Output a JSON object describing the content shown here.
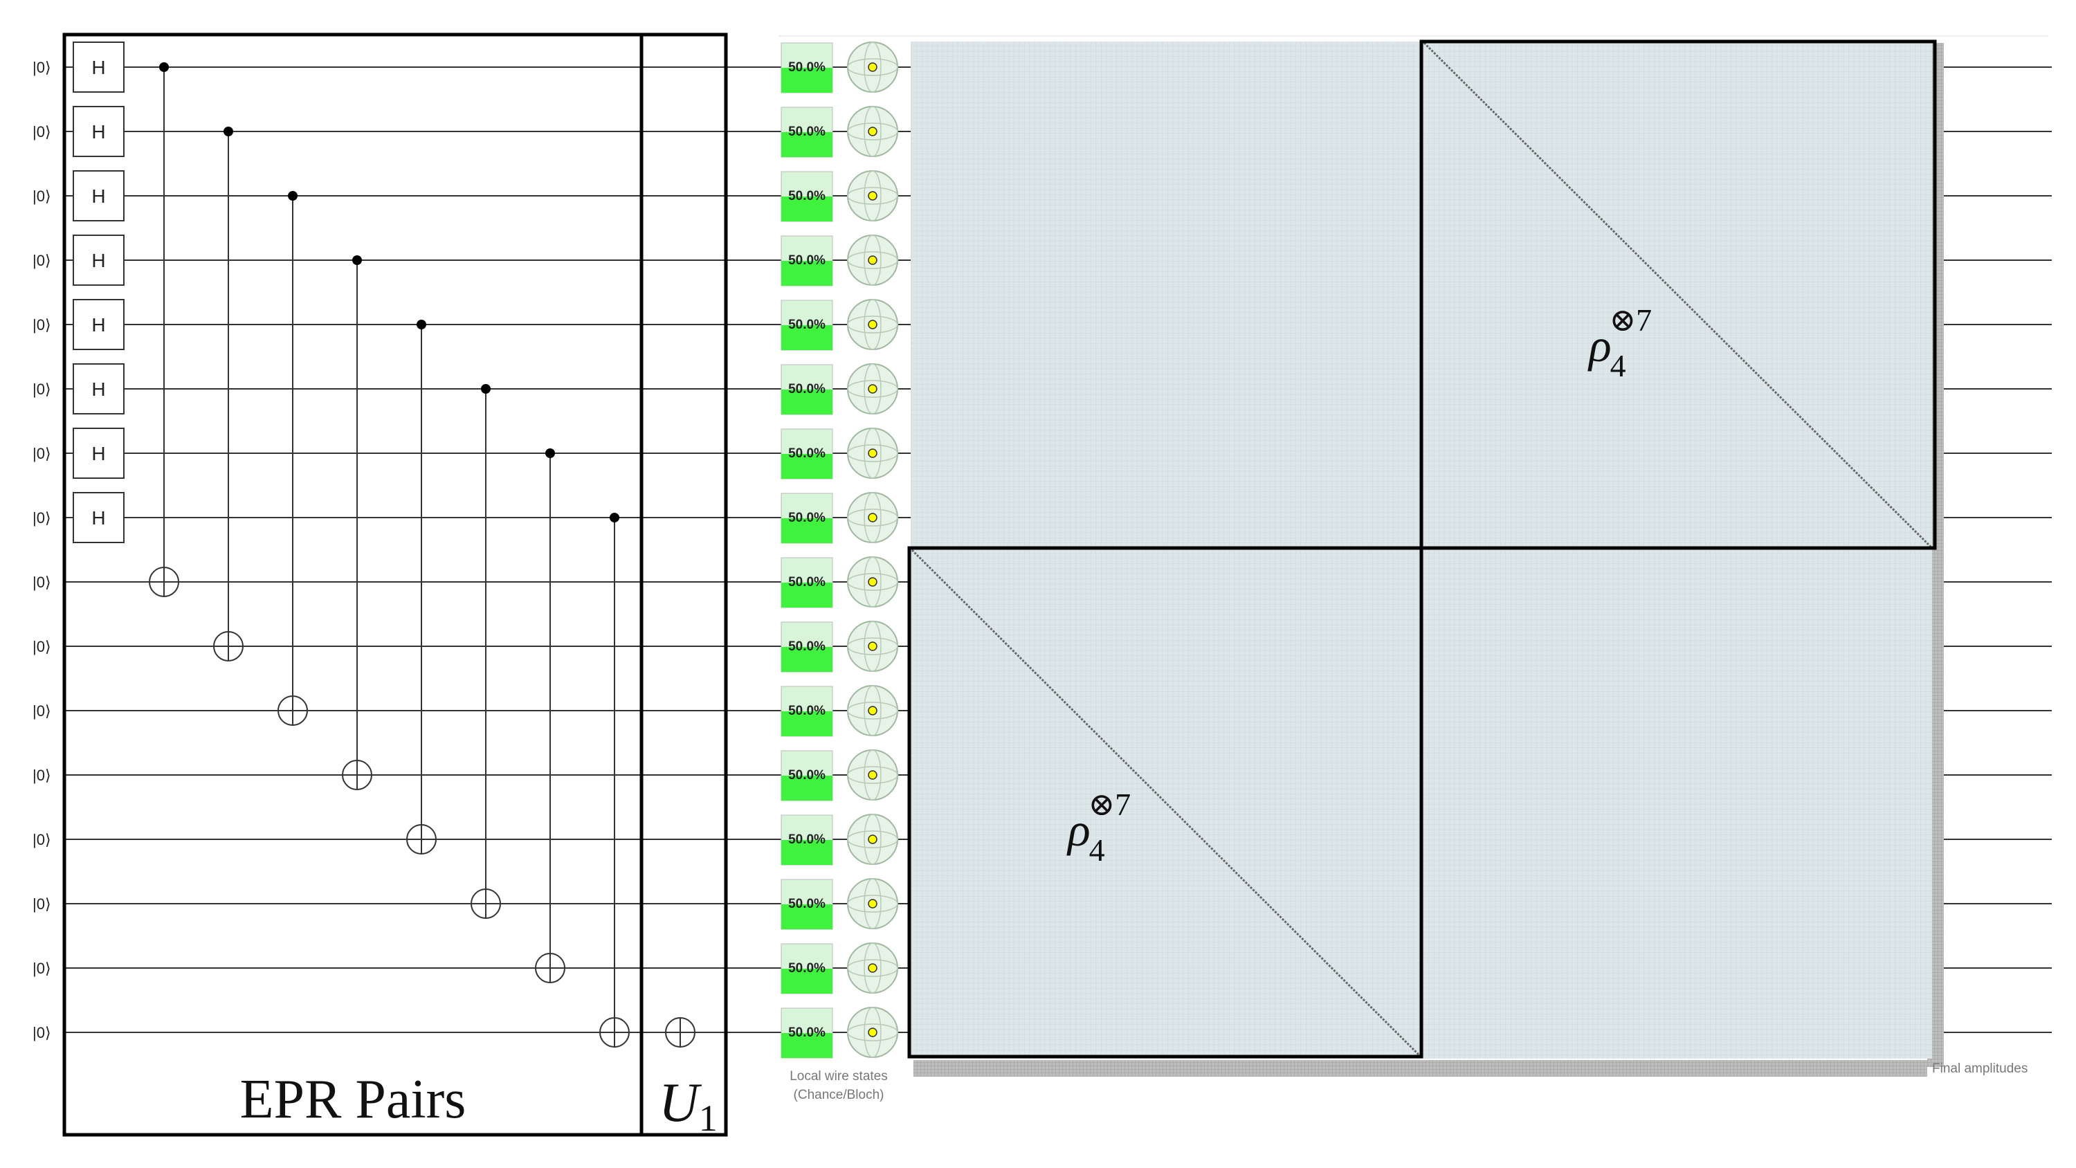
{
  "circuit": {
    "num_wires": 16,
    "initial_state_label": "|0⟩",
    "hadamard_label": "H",
    "num_hadamards": 8,
    "cnots": [
      {
        "control": 0,
        "target": 8
      },
      {
        "control": 1,
        "target": 9
      },
      {
        "control": 2,
        "target": 10
      },
      {
        "control": 3,
        "target": 11
      },
      {
        "control": 4,
        "target": 12
      },
      {
        "control": 5,
        "target": 13
      },
      {
        "control": 6,
        "target": 14
      },
      {
        "control": 7,
        "target": 15
      }
    ],
    "u1_target_wire": 15
  },
  "labels": {
    "epr_box": "EPR Pairs",
    "u_box": "U",
    "u_sub": "1",
    "local_wire_caption_1": "Local wire states",
    "local_wire_caption_2": "(Chance/Bloch)",
    "final_amplitudes": "Final amplitudes",
    "rho": "ρ",
    "rho_sub": "4",
    "rho_sup": "⊗7"
  },
  "wire_states": {
    "chance_label": "50.0%",
    "chance_value": 0.5
  },
  "colors": {
    "chance_fill": "#3ef23e",
    "chance_bg": "#d9f5d9",
    "bloch_bg": "#e8f3e8",
    "bloch_dot": "#ffff00",
    "matrix_bg": "#dde7ea",
    "matrix_grid": "#c9d6da",
    "diagonal": "#666666",
    "box": "#000000",
    "wire": "#333333"
  }
}
